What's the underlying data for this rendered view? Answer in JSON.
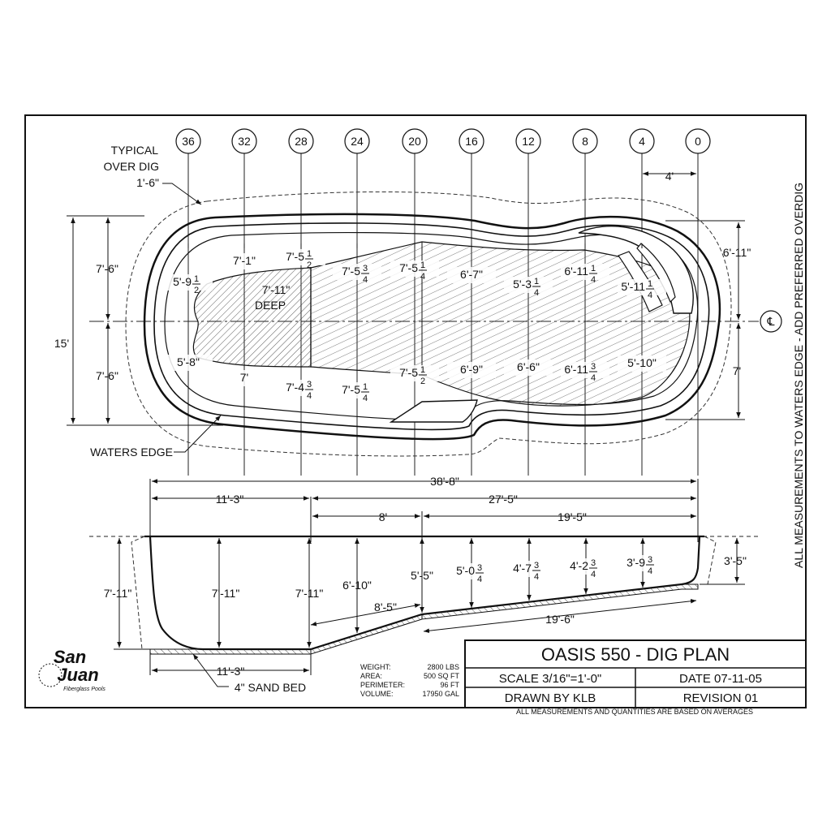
{
  "stations": [
    "36",
    "32",
    "28",
    "24",
    "20",
    "16",
    "12",
    "8",
    "4",
    "0"
  ],
  "labels": {
    "typical": "TYPICAL",
    "over_dig": "OVER DIG",
    "over_dig_dim": "1'-6\"",
    "waters_edge": "WATERS EDGE",
    "deep_1": "7'-11\"",
    "deep_2": "DEEP",
    "sand_bed": "4\" SAND BED",
    "side_note": "ALL MEASUREMENTS TO WATERS EDGE - ADD PREFERRED OVERDIG",
    "footer_note": "ALL MEASUREMENTS AND QUANTITIES ARE BASED ON AVERAGES",
    "centerline": "℄"
  },
  "plan_dims": {
    "total_width": "15'",
    "half_left_top": "7'-6\"",
    "half_left_bottom": "7'-6\"",
    "right_top": "6'-11\"",
    "right_bottom": "7'",
    "offset_top": "4'"
  },
  "widths_top": [
    {
      "w": "5'-9",
      "f": [
        "1",
        "2"
      ]
    },
    {
      "w": "7'-1\"",
      "f": null
    },
    {
      "w": "7'-5",
      "f": [
        "1",
        "2"
      ]
    },
    {
      "w": "7'-5",
      "f": [
        "3",
        "4"
      ]
    },
    {
      "w": "7'-5",
      "f": [
        "1",
        "4"
      ]
    },
    {
      "w": "6'-7\"",
      "f": null
    },
    {
      "w": "5'-3",
      "f": [
        "1",
        "4"
      ]
    },
    {
      "w": "6'-11",
      "f": [
        "1",
        "4"
      ]
    },
    {
      "w": "5'-11",
      "f": [
        "1",
        "4"
      ]
    }
  ],
  "widths_bottom": [
    {
      "w": "5'-8\"",
      "f": null
    },
    {
      "w": "7'",
      "f": null
    },
    {
      "w": "7'-4",
      "f": [
        "3",
        "4"
      ]
    },
    {
      "w": "7'-5",
      "f": [
        "1",
        "4"
      ]
    },
    {
      "w": "7'-5",
      "f": [
        "1",
        "2"
      ]
    },
    {
      "w": "6'-9\"",
      "f": null
    },
    {
      "w": "6'-6\"",
      "f": null
    },
    {
      "w": "6'-11",
      "f": [
        "3",
        "4"
      ]
    },
    {
      "w": "5'-10\"",
      "f": null
    }
  ],
  "section_dims": {
    "overall": "38'-8\"",
    "left_run": "11'-3\"",
    "right_run": "27'-5\"",
    "mid_run": "8'",
    "slope_run": "19'-5\"",
    "deep_left": "7'-11\"",
    "deep_a": "7'-11\"",
    "deep_b": "7'-11\"",
    "depth_24": "6'-10\"",
    "break": "5'-5\"",
    "slope_len": "8'-5\"",
    "floor_len": "19'-6\"",
    "shallow_end": "3'-5\"",
    "bottom_flat": "11'-3\""
  },
  "depths": [
    {
      "w": "5'-0",
      "f": [
        "3",
        "4"
      ]
    },
    {
      "w": "4'-7",
      "f": [
        "3",
        "4"
      ]
    },
    {
      "w": "4'-2",
      "f": [
        "3",
        "4"
      ]
    },
    {
      "w": "3'-9",
      "f": [
        "3",
        "4"
      ]
    }
  ],
  "stats": {
    "weight_label": "WEIGHT:",
    "weight": "2800 LBS",
    "area_label": "AREA:",
    "area": "500 SQ FT",
    "perimeter_label": "PERIMETER:",
    "perimeter": "96 FT",
    "volume_label": "VOLUME:",
    "volume": "17950 GAL"
  },
  "title_block": {
    "title": "OASIS 550 - DIG PLAN",
    "scale": "SCALE 3/16\"=1'-0\"",
    "date": "DATE 07-11-05",
    "drawn": "DRAWN BY KLB",
    "revision": "REVISION 01"
  },
  "logo": {
    "line1": "San",
    "line2": "Juan",
    "tag": "Fiberglass Pools"
  }
}
